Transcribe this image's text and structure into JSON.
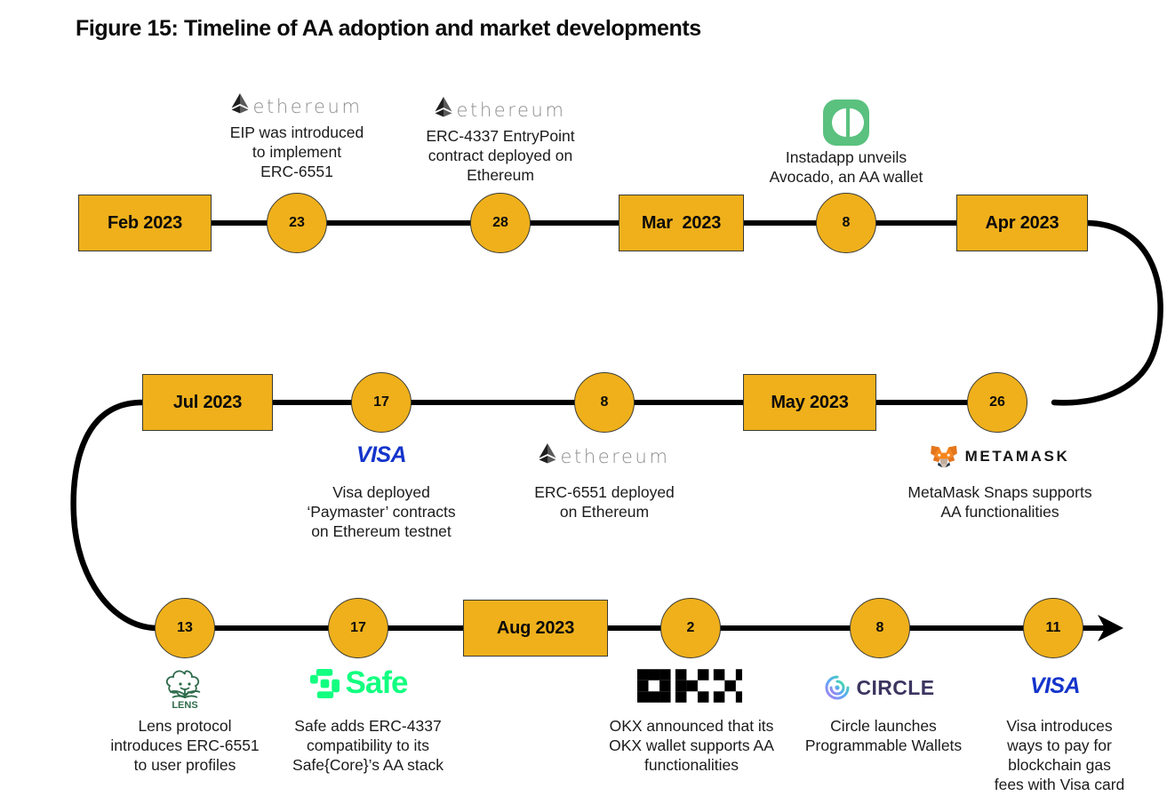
{
  "figure": {
    "title": "Figure 15: Timeline of AA adoption and market developments"
  },
  "colors": {
    "node_fill": "#EFB01B",
    "node_stroke": "#3a3a33",
    "line": "#000000",
    "visa_blue": "#1434CB",
    "safe_green": "#12FF80",
    "instadapp_green": "#5AC17F",
    "lens_green": "#2E6B4B",
    "circle_purple": "#3b3560",
    "ethereum_gray": "#8d8d8d",
    "text": "#1b1b1b"
  },
  "timeline": {
    "rows": [
      {
        "row": 1,
        "nodes": [
          {
            "kind": "month",
            "label": "Feb 2023"
          },
          {
            "kind": "day",
            "label": "23",
            "logo": "ethereum-logo",
            "caption": "EIP was introduced\nto implement\nERC-6551"
          },
          {
            "kind": "day",
            "label": "28",
            "logo": "ethereum-logo",
            "caption": "ERC-4337 EntryPoint\ncontract deployed on\nEthereum"
          },
          {
            "kind": "month",
            "label": "Mar  2023"
          },
          {
            "kind": "day",
            "label": "8",
            "logo": "instadapp-logo",
            "caption": "Instadapp unveils\nAvocado, an AA wallet"
          },
          {
            "kind": "month",
            "label": "Apr 2023"
          }
        ]
      },
      {
        "row": 2,
        "nodes": [
          {
            "kind": "month",
            "label": "Jul 2023"
          },
          {
            "kind": "day",
            "label": "17",
            "logo": "visa-logo",
            "caption": "Visa deployed\n‘Paymaster’ contracts\non Ethereum testnet"
          },
          {
            "kind": "day",
            "label": "8",
            "logo": "ethereum-logo",
            "caption": "ERC-6551 deployed\non Ethereum"
          },
          {
            "kind": "month",
            "label": "May 2023"
          },
          {
            "kind": "day",
            "label": "26",
            "logo": "metamask-logo",
            "caption": "MetaMask Snaps supports\nAA functionalities"
          }
        ]
      },
      {
        "row": 3,
        "nodes": [
          {
            "kind": "day",
            "label": "13",
            "logo": "lens-logo",
            "caption": "Lens protocol\nintroduces ERC-6551\nto user profiles"
          },
          {
            "kind": "day",
            "label": "17",
            "logo": "safe-logo",
            "caption": "Safe adds ERC-4337\ncompatibility to its\nSafe{Core}’s AA stack"
          },
          {
            "kind": "month",
            "label": "Aug 2023"
          },
          {
            "kind": "day",
            "label": "2",
            "logo": "okx-logo",
            "caption": "OKX announced that its\nOKX wallet supports AA\nfunctionalities"
          },
          {
            "kind": "day",
            "label": "8",
            "logo": "circle-logo",
            "caption": "Circle launches\nProgrammable Wallets"
          },
          {
            "kind": "day",
            "label": "11",
            "logo": "visa-logo",
            "caption": "Visa introduces\nways to pay for\nblockchain gas\nfees with Visa card"
          }
        ]
      }
    ]
  },
  "logos": {
    "ethereum": {
      "name": "ethereum-logo",
      "wordmark": "ethereum"
    },
    "instadapp": {
      "name": "instadapp-logo",
      "wordmark": ""
    },
    "visa": {
      "name": "visa-logo",
      "wordmark": "VISA"
    },
    "metamask": {
      "name": "metamask-logo",
      "wordmark": "METAMASK"
    },
    "lens": {
      "name": "lens-logo",
      "wordmark": "LENS"
    },
    "safe": {
      "name": "safe-logo",
      "wordmark": "Safe"
    },
    "okx": {
      "name": "okx-logo",
      "wordmark": "OKX"
    },
    "circle": {
      "name": "circle-logo",
      "wordmark": "CIRCLE"
    }
  }
}
